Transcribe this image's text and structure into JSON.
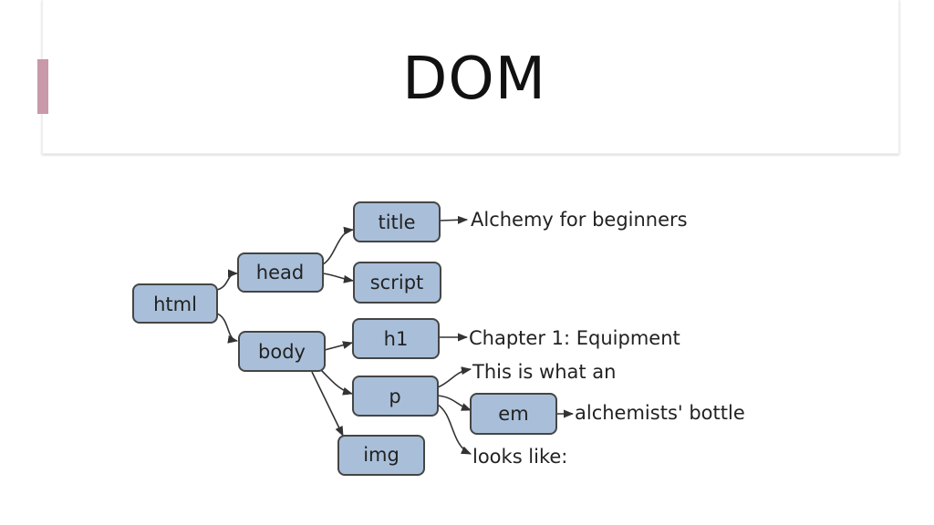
{
  "slide": {
    "title": "DOM",
    "accent_color": "#c999a9"
  },
  "diagram": {
    "node_fill": "#a9bfd9",
    "node_stroke": "#454545",
    "nodes": {
      "html": "html",
      "head": "head",
      "body": "body",
      "title": "title",
      "script": "script",
      "h1": "h1",
      "p": "p",
      "img": "img",
      "em": "em"
    },
    "text_leaves": {
      "title_text": "Alchemy for beginners",
      "h1_text": "Chapter 1: Equipment",
      "p_text_1": "This is what an",
      "em_text": "alchemists' bottle",
      "p_text_2": "looks like:"
    },
    "edges": [
      [
        "html",
        "head"
      ],
      [
        "html",
        "body"
      ],
      [
        "head",
        "title"
      ],
      [
        "head",
        "script"
      ],
      [
        "body",
        "h1"
      ],
      [
        "body",
        "p"
      ],
      [
        "body",
        "img"
      ],
      [
        "title",
        "title_text"
      ],
      [
        "h1",
        "h1_text"
      ],
      [
        "p",
        "p_text_1"
      ],
      [
        "p",
        "em"
      ],
      [
        "p",
        "p_text_2"
      ],
      [
        "em",
        "em_text"
      ]
    ]
  }
}
